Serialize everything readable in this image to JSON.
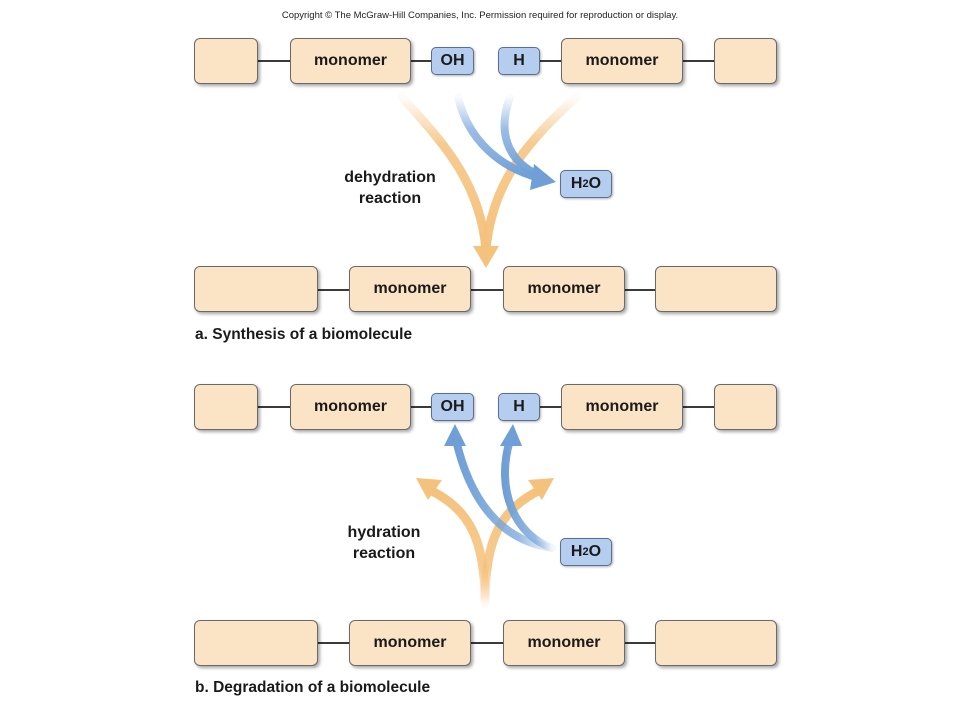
{
  "copyright": "Copyright © The McGraw-Hill Companies, Inc. Permission required for reproduction or display.",
  "labels": {
    "monomer": "monomer",
    "hydroxyl": "OH",
    "hydrogen": "H"
  },
  "water": {
    "main": "H",
    "sub": "2",
    "tail": "O"
  },
  "synthesis": {
    "reaction_line1": "dehydration",
    "reaction_line2": "reaction",
    "caption": "a. Synthesis  of a biomolecule"
  },
  "degradation": {
    "reaction_line1": "hydration",
    "reaction_line2": "reaction",
    "caption": "b. Degradation  of a biomolecule"
  },
  "colors": {
    "monomer_fill": "#fbe3c6",
    "group_fill": "#b5cdee",
    "orange_arrow": "#f5c27d",
    "blue_arrow": "#6f9fd6"
  }
}
